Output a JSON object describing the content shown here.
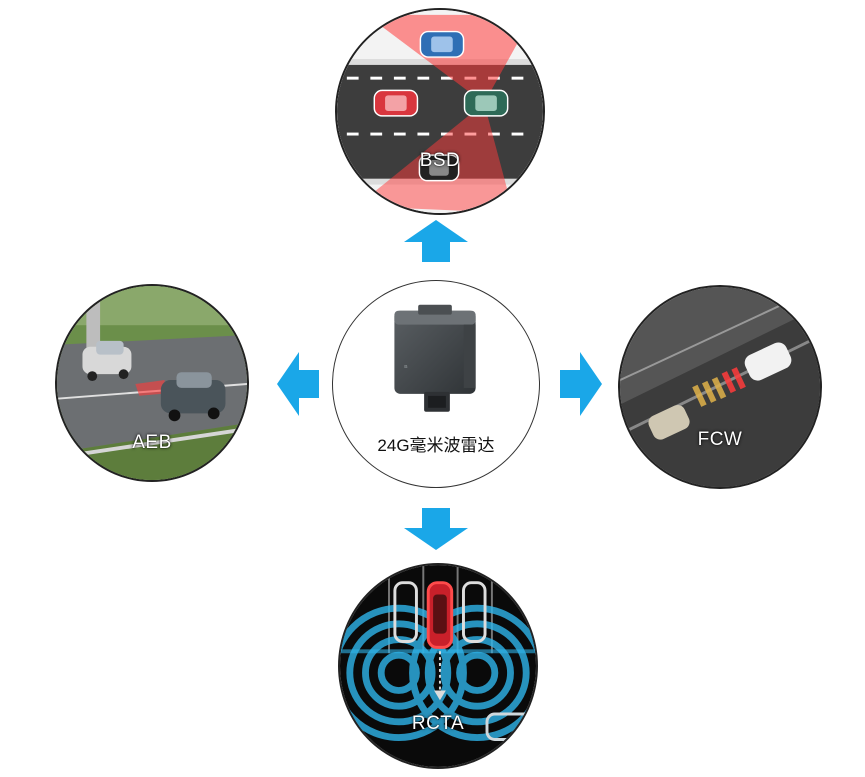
{
  "center": {
    "label": "24G毫米波雷达",
    "device_icon": "radar-sensor-icon"
  },
  "features": {
    "bsd": {
      "label": "BSD"
    },
    "aeb": {
      "label": "AEB"
    },
    "fcw": {
      "label": "FCW"
    },
    "rcta": {
      "label": "RCTA"
    }
  },
  "colors": {
    "arrow": "#1aa7e8",
    "road": "#3a3a3a",
    "warning_red": "#ff3b3b",
    "radar_wave": "#2fb4ea"
  },
  "arrows": [
    "arrow-up-icon",
    "arrow-left-icon",
    "arrow-right-icon",
    "arrow-down-icon"
  ]
}
